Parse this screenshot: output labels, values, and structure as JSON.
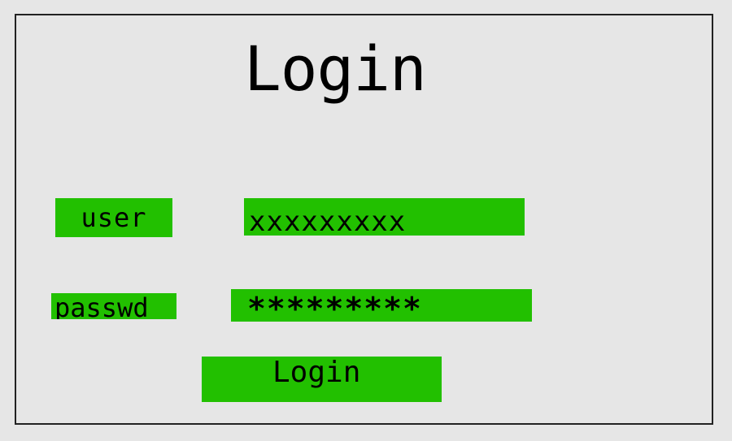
{
  "login_form": {
    "title": "Login",
    "user_label": "user",
    "user_value": "xxxxxxxxx",
    "password_label": "passwd",
    "password_value": "*********",
    "submit_label": "Login"
  },
  "colors": {
    "field_green": "#22c000",
    "background": "#e6e6e6",
    "border": "#222222",
    "text": "#000000"
  }
}
